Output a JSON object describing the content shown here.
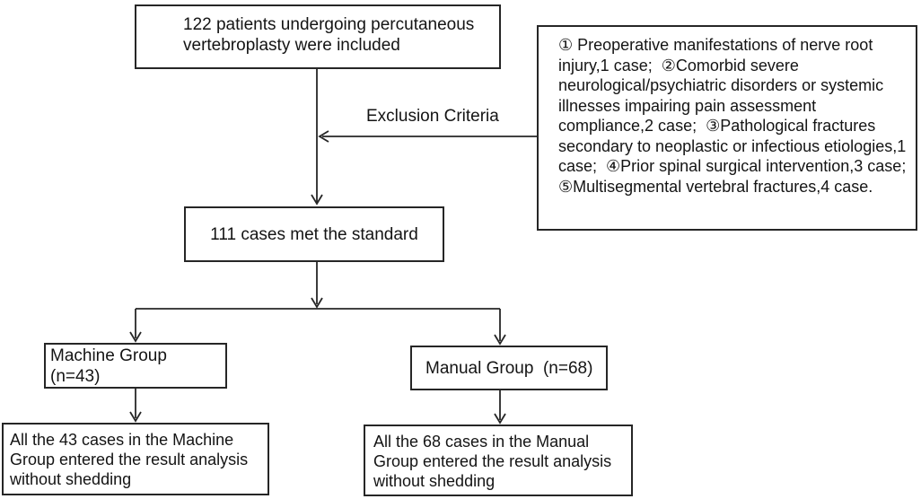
{
  "diagram": {
    "type": "patient-flowchart",
    "colors": {
      "line": "#262626",
      "text": "#141414",
      "background": "#ffffff"
    },
    "nodes": {
      "included": "122 patients undergoing percutaneous vertebroplasty were included",
      "exclusion_label": "Exclusion Criteria",
      "exclusion_criteria": "① Preoperative manifestations of nerve root injury,1 case;  ②Comorbid severe neurological/psychiatric disorders or systemic illnesses impairing pain assessment compliance,2 case;  ③Pathological fractures secondary to neoplastic or infectious etiologies,1 case;  ④Prior spinal surgical intervention,3 case;  ⑤Multisegmental vertebral fractures,4 case.",
      "met_standard": "111 cases met the standard",
      "machine_group": "Machine Group  (n=43)",
      "manual_group": "Manual Group  (n=68)",
      "machine_result": "All the 43 cases in the Machine Group entered the result analysis without shedding",
      "manual_result": "All the 68 cases in the Manual Group entered the result analysis without shedding"
    },
    "counts": {
      "included_patients": 122,
      "met_standard": 111,
      "machine_group_n": 43,
      "manual_group_n": 68,
      "excluded": {
        "nerve_root_injury": 1,
        "neurological_psychiatric_or_systemic_illness": 2,
        "pathological_fractures": 1,
        "prior_spinal_surgery": 3,
        "multisegmental_fractures": 4
      }
    }
  }
}
